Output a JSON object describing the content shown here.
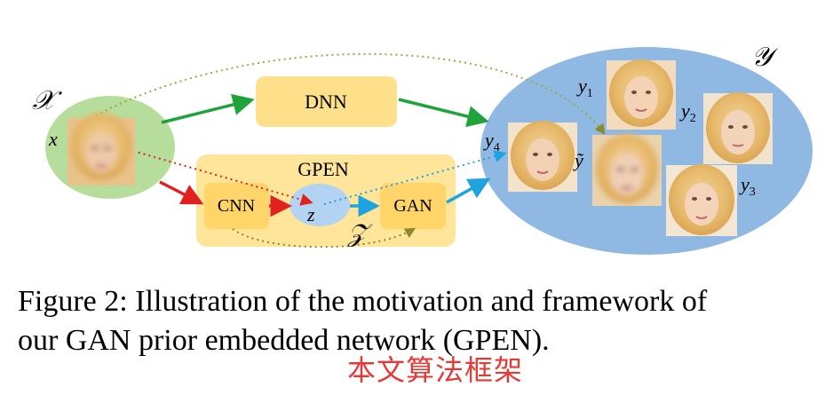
{
  "figure": {
    "labels": {
      "input_domain": "𝒳",
      "input_sample": "x",
      "output_domain": "𝒴",
      "latent_space": "𝒵",
      "latent_code": "z",
      "outputs": [
        "y",
        "y",
        "y",
        "y"
      ],
      "output_subscripts": [
        "1",
        "2",
        "3",
        "4"
      ],
      "estimate": "ỹ"
    },
    "blocks": {
      "dnn": "DNN",
      "gpen": "GPEN",
      "cnn": "CNN",
      "gan": "GAN"
    },
    "colors": {
      "input_ellipse": "#b7dd9c",
      "output_ellipse": "#8fb8e3",
      "block_fill": "#ffe08a",
      "gpen_fill": "#ffe59a",
      "latent_fill": "#b3d3f2",
      "green_arrow": "#1fa33a",
      "red_arrow": "#e32020",
      "blue_arrow": "#1fa3e0",
      "olive_dots": "#8a8a2a"
    }
  },
  "caption": {
    "line1": "Figure 2: Illustration of the motivation and framework of",
    "line2": "our GAN prior embedded network (GPEN)."
  },
  "watermark": "本文算法框架"
}
